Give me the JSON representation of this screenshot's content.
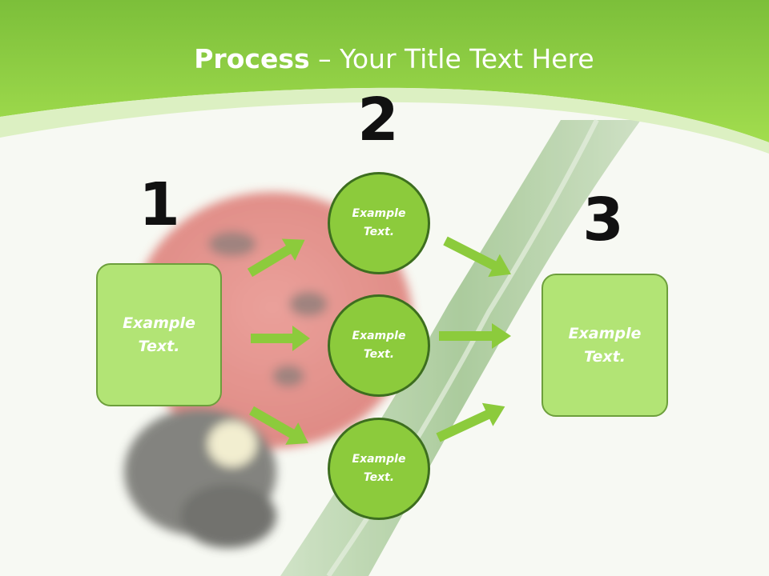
{
  "title": {
    "bold_part": "Process",
    "rest_part": " – Your Title Text Here"
  },
  "steps": [
    {
      "number": "1"
    },
    {
      "number": "2"
    },
    {
      "number": "3"
    }
  ],
  "left_box": {
    "text_line1": "Example",
    "text_line2": "Text."
  },
  "circles": [
    {
      "text_line1": "Example",
      "text_line2": "Text."
    },
    {
      "text_line1": "Example",
      "text_line2": "Text."
    },
    {
      "text_line1": "Example",
      "text_line2": "Text."
    }
  ],
  "right_box": {
    "text_line1": "Example",
    "text_line2": "Text."
  },
  "colors": {
    "header_green": "#8fd040",
    "box_fill": "#b2e475",
    "circle_fill": "#8ccb3c",
    "arrow": "#8ccb3c",
    "number_text": "#111111"
  }
}
